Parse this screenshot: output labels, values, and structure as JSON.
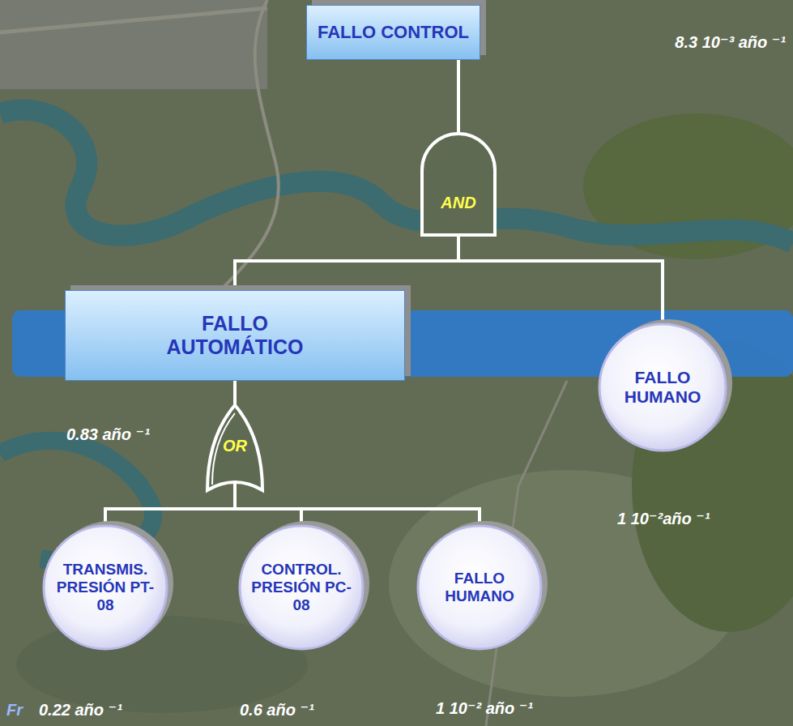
{
  "diagram": {
    "nodes": [
      {
        "text": [
          "FALLO CONTROL"
        ]
      },
      {
        "text": [
          "FALLO AUTOMÁTICO"
        ]
      },
      {
        "text": [
          "FALLO HUMANO"
        ]
      },
      {
        "text": [
          "TRANSMIS. PRESIÓN PT-08"
        ]
      },
      {
        "text": [
          "CONTROL. PRESIÓN PC-08"
        ]
      },
      {
        "text": [
          "FALLO HUMANO"
        ]
      }
    ],
    "edges": [
      {
        "from": 1,
        "to": 0,
        "arrow": "none"
      },
      {
        "from": 2,
        "to": 0,
        "arrow": "none"
      },
      {
        "from": 3,
        "to": 1,
        "arrow": "none"
      },
      {
        "from": 4,
        "to": 1,
        "arrow": "none"
      },
      {
        "from": 5,
        "to": 1,
        "arrow": "none"
      }
    ],
    "labels": [
      "AND",
      "OR",
      "8.3 10⁻³ año ⁻¹",
      "0.83 año ⁻¹",
      "1 10⁻²año ⁻¹",
      "Fr",
      "0.22 año ⁻¹",
      "0.6 año ⁻¹",
      "1 10⁻² año ⁻¹"
    ]
  }
}
